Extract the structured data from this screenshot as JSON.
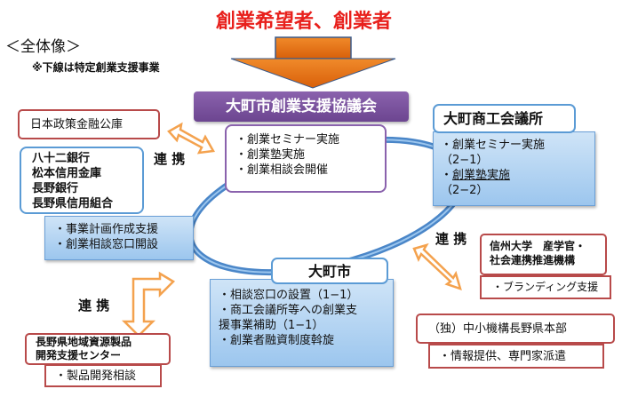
{
  "title": "創業希望者、創業者",
  "overview": "＜全体像＞",
  "note": "※下線は特定創業支援事業",
  "council": {
    "name": "大町市創業支援協議会",
    "items": [
      "・創業セミナー実施",
      "・創業塾実施",
      "・創業相談会開催"
    ]
  },
  "jfc": "日本政策金融公庫",
  "banks": [
    "八十二銀行",
    "松本信用金庫",
    "長野銀行",
    "長野県信用組合"
  ],
  "bank_items": [
    "・事業計画作成支援",
    "・創業相談窓口開設"
  ],
  "chamber": {
    "name": "大町商工会議所",
    "items": [
      "・創業セミナー実施",
      "（2−1）",
      "・",
      "創業塾実施",
      "（2−2）"
    ]
  },
  "city": {
    "name": "大町市",
    "items": [
      "・相談窓口の設置（1−1）",
      "・商工会議所等への創業支",
      "援事業補助（1−1）",
      "・創業者融資制度斡旋"
    ]
  },
  "shinshu": {
    "name": [
      "信州大学　産学官・",
      "社会連携推進機構"
    ],
    "item": "・ブランディング支援"
  },
  "smrj": {
    "name": "（独）中小機構長野県本部",
    "item": "・情報提供、専門家派遣"
  },
  "nagano_center": {
    "name": [
      "長野県地域資源製品",
      "開発支援センター"
    ],
    "item": "・製品開発相談"
  },
  "link_label": "連 携",
  "colors": {
    "title": "#e8201c",
    "arrow": "#e36c0a",
    "council": "#7b4f9c",
    "partner_border": "#b84a4a",
    "ring": "#4a86c8",
    "link_arrow": "#f4a24e"
  }
}
